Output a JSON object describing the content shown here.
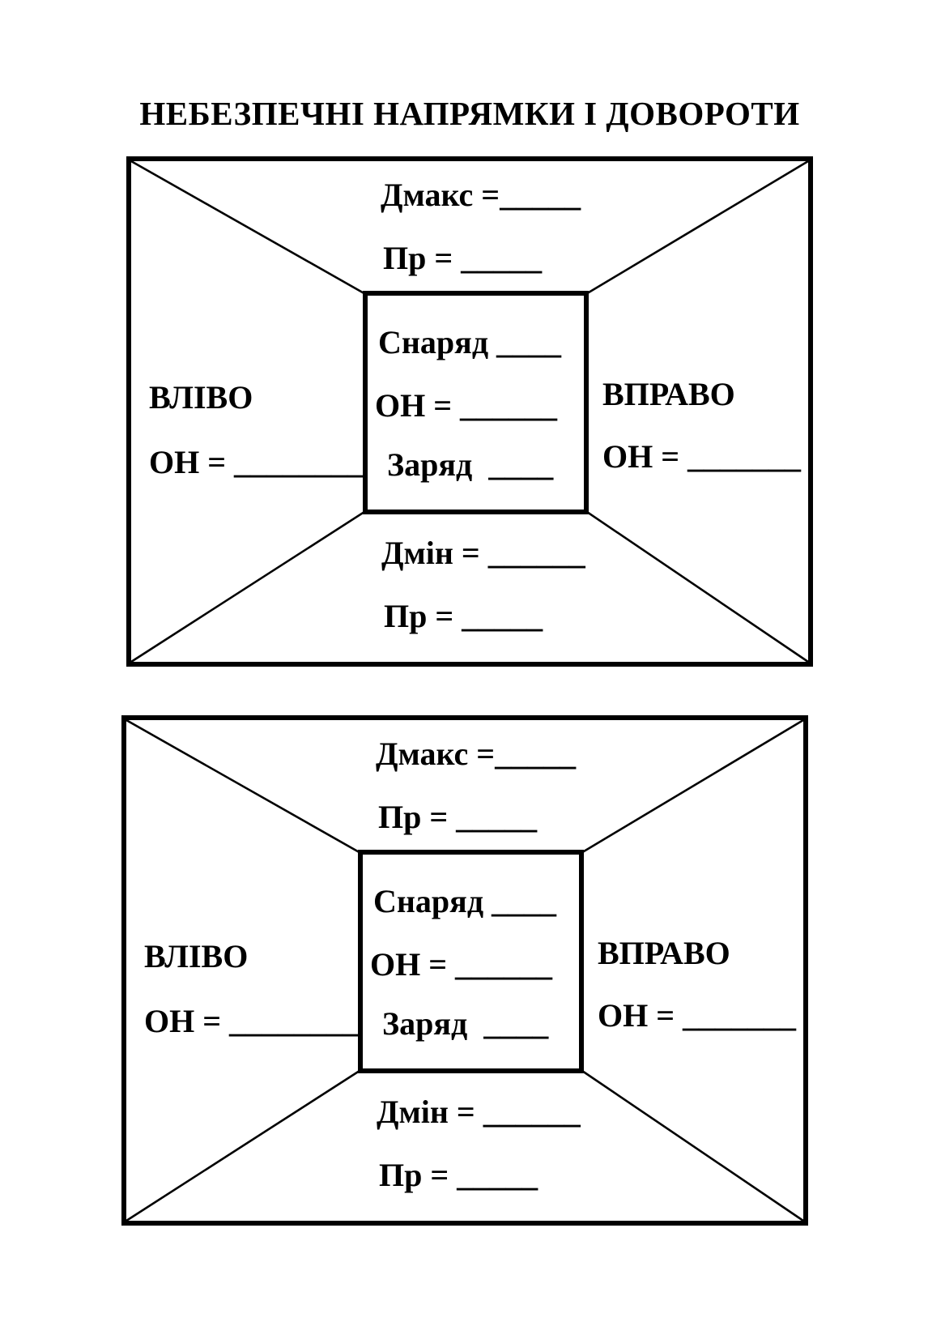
{
  "page": {
    "title": "НЕБЕЗПЕЧНІ НАПРЯМКИ І ДОВОРОТИ"
  },
  "colors": {
    "ink": "#000000",
    "paper": "#ffffff"
  },
  "diagrams": [
    {
      "dmax_label": "Дмакс =_____",
      "pr_top_label": "Пр = _____",
      "left_direction_label": "ВЛІВО",
      "left_on_label": "ОН = ________",
      "right_direction_label": "ВПРАВО",
      "right_on_label": "ОН = _______",
      "projectile_label": "Снаряд ____",
      "center_on_label": "ОН = ______",
      "charge_label": "Заряд  ____",
      "dmin_label": "Дмін = ______",
      "pr_bottom_label": "Пр = _____"
    },
    {
      "dmax_label": "Дмакс =_____",
      "pr_top_label": "Пр = _____",
      "left_direction_label": "ВЛІВО",
      "left_on_label": "ОН = ________",
      "right_direction_label": "ВПРАВО",
      "right_on_label": "ОН = _______",
      "projectile_label": "Снаряд ____",
      "center_on_label": "ОН = ______",
      "charge_label": "Заряд  ____",
      "dmin_label": "Дмін = ______",
      "pr_bottom_label": "Пр = _____"
    }
  ]
}
